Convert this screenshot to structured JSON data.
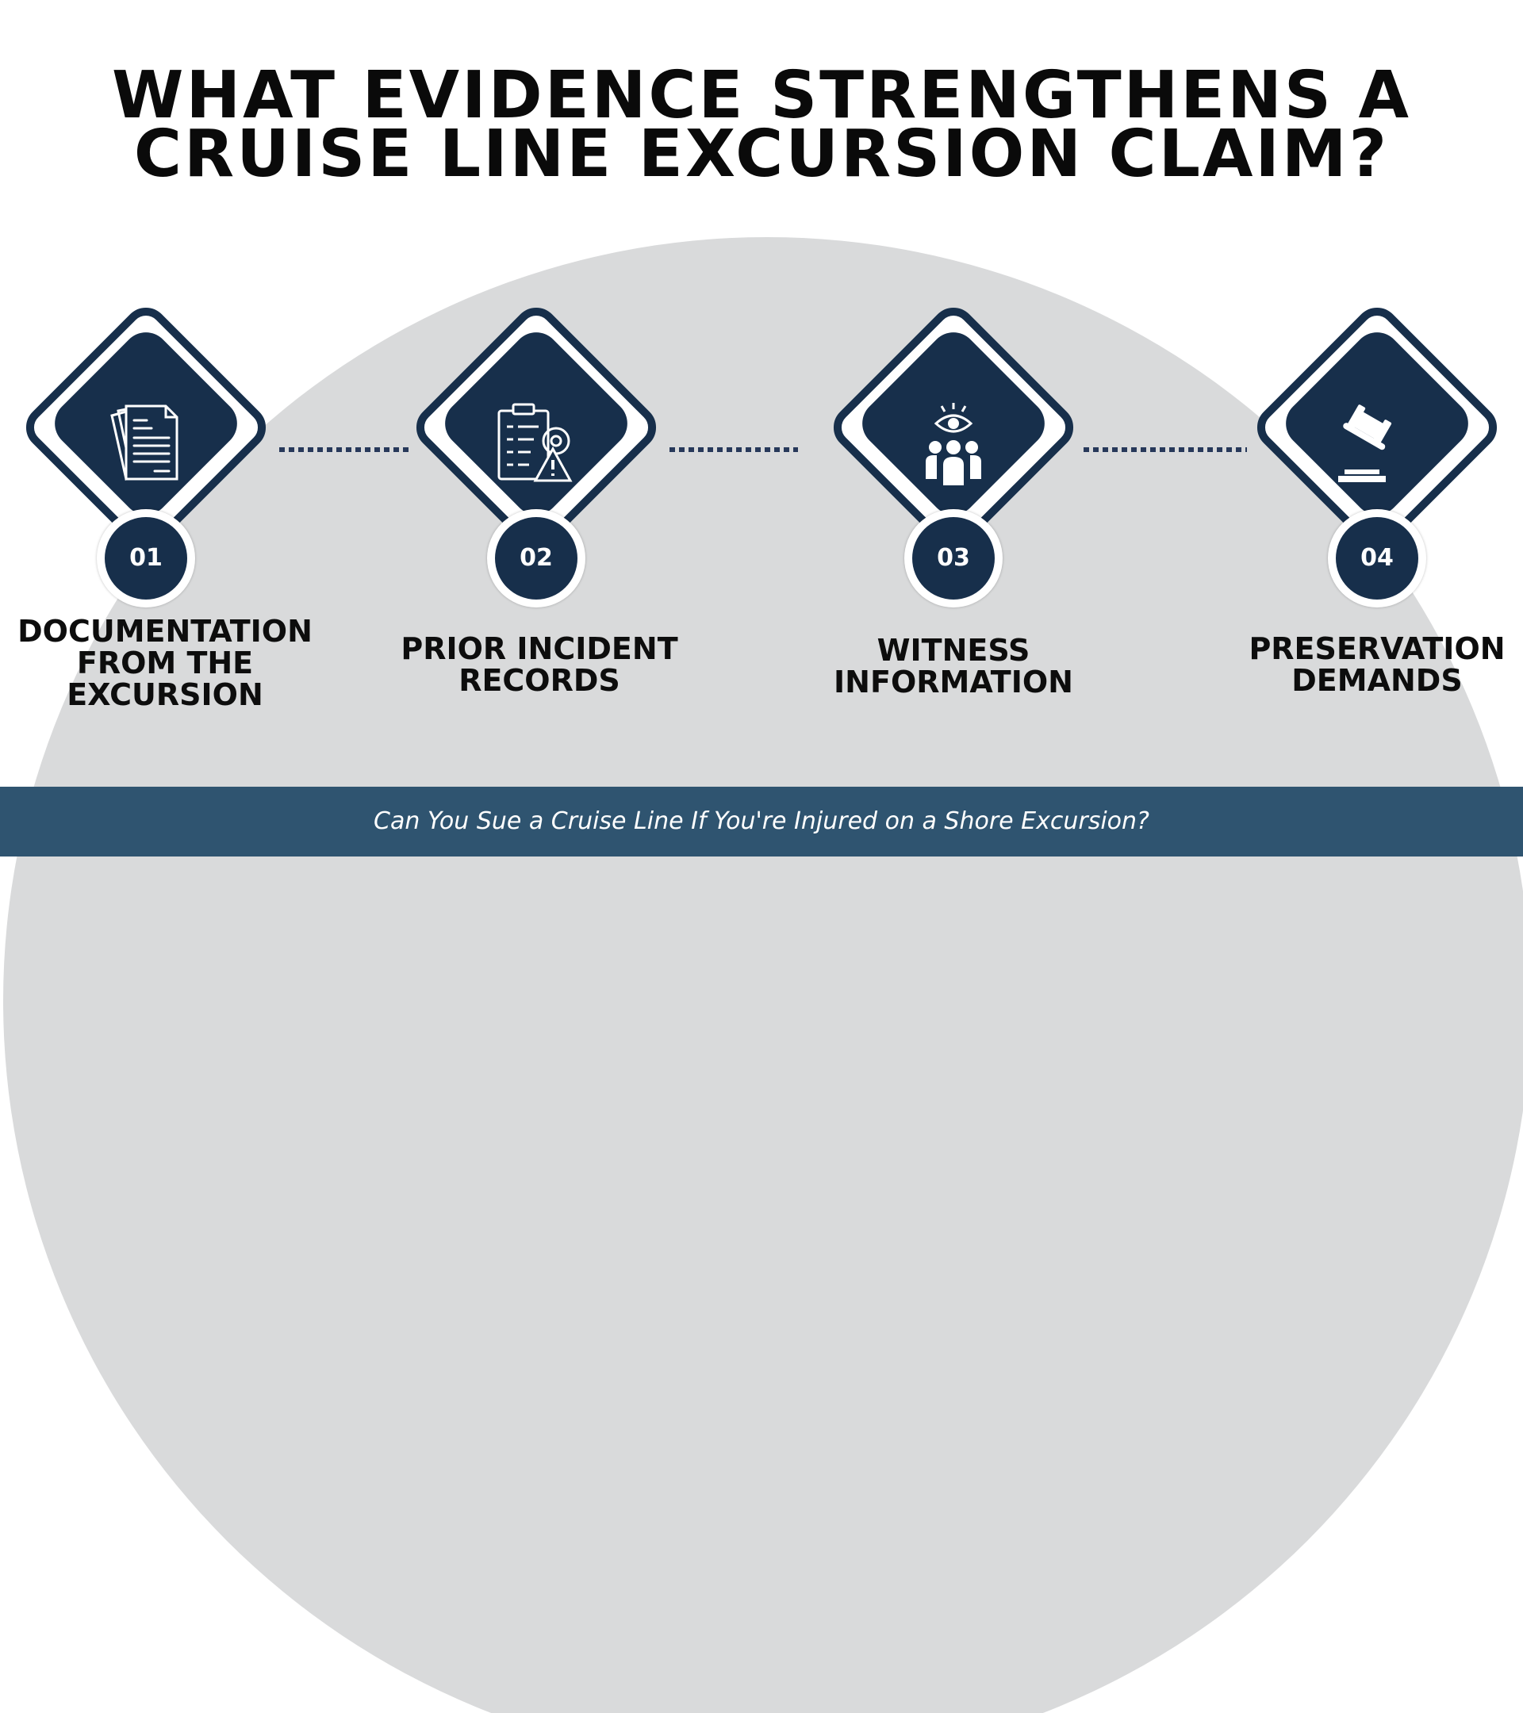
{
  "title_line1": "WHAT EVIDENCE STRENGTHENS A",
  "title_line2": "CRUISE LINE EXCURSION CLAIM?",
  "steps": [
    {
      "number": "01",
      "label": [
        "DOCUMENTATION",
        "FROM THE",
        "EXCURSION"
      ],
      "icon": "documents-icon"
    },
    {
      "number": "02",
      "label": [
        "PRIOR INCIDENT",
        "RECORDS"
      ],
      "icon": "clipboard-warning-icon"
    },
    {
      "number": "03",
      "label": [
        "WITNESS",
        "INFORMATION"
      ],
      "icon": "witness-eye-group-icon"
    },
    {
      "number": "04",
      "label": [
        "PRESERVATION",
        "DEMANDS"
      ],
      "icon": "gavel-icon"
    }
  ],
  "footer": "Can You Sue a Cruise Line If You're Injured on a Shore Excursion?",
  "colors": {
    "navy": "#172f4b",
    "gray": "#d9dadb",
    "footer": "#2f5470"
  }
}
